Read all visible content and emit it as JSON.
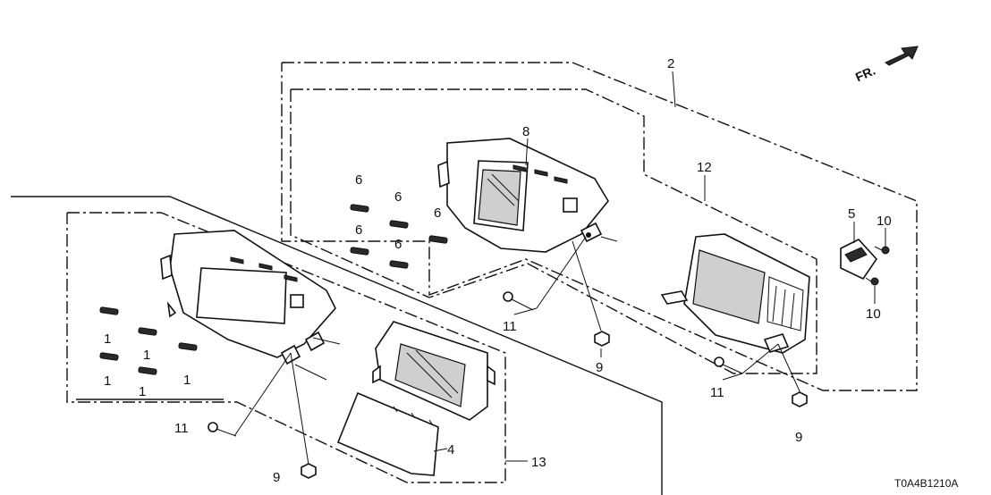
{
  "diagram": {
    "code": "T0A4B1210A",
    "direction_label": "FR.",
    "callouts": {
      "c1a": "1",
      "c1b": "1",
      "c1c": "1",
      "c1d": "1",
      "c1e": "1",
      "c2": "2",
      "c4": "4",
      "c5": "5",
      "c6a": "6",
      "c6b": "6",
      "c6c": "6",
      "c6d": "6",
      "c6e": "6",
      "c8": "8",
      "c9a": "9",
      "c9b": "9",
      "c9c": "9",
      "c10a": "10",
      "c10b": "10",
      "c11a": "11",
      "c11b": "11",
      "c11c": "11",
      "c12": "12",
      "c13": "13"
    }
  }
}
